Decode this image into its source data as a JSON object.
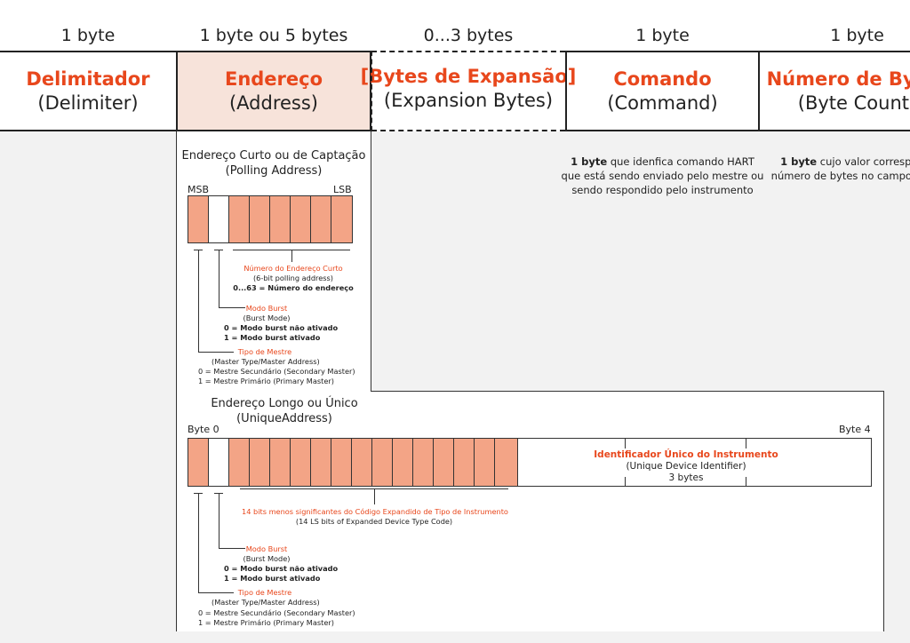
{
  "fields": [
    {
      "size": "1 byte",
      "pt": "Delimitador",
      "en": "(Delimiter)"
    },
    {
      "size": "1 byte ou 5 bytes",
      "pt": "Endereço",
      "en": "(Address)"
    },
    {
      "size": "0...3 bytes",
      "pt": "[Bytes de Expansão]",
      "en": "(Expansion Bytes)"
    },
    {
      "size": "1 byte",
      "pt": "Comando",
      "en": "(Command)"
    },
    {
      "size": "1 byte",
      "pt": "Número de Bytes",
      "en": "(Byte Count)"
    }
  ],
  "command_desc": {
    "bold": "1 byte",
    "line1_rest": " que idenfica comando HART",
    "line2": "que está sendo enviado pelo mestre ou",
    "line3": "sendo respondido pelo instrumento"
  },
  "bytecount_desc": {
    "bold": "1 byte",
    "line1_rest": " cujo valor corresponde ao",
    "line2": "número de bytes no campo de dados"
  },
  "short_address": {
    "title": "Endereço Curto ou de Captação",
    "subtitle": "(Polling Address)",
    "msb": "MSB",
    "lsb": "LSB",
    "num_title": "Número do Endereço Curto",
    "num_sub": "(6-bit polling address)",
    "num_val": "0...63 = Número do endereço",
    "burst_title": "Modo Burst",
    "burst_sub": "(Burst Mode)",
    "burst_0": "0 = Modo burst não ativado",
    "burst_1": "1 = Modo burst ativado",
    "master_title": "Tipo de Mestre",
    "master_sub": "(Master Type/Master Address)",
    "master_0": "0 = Mestre Secundário (Secondary Master)",
    "master_1": "1 = Mestre Primário (Primary Master)"
  },
  "long_address": {
    "title": "Endereço Longo ou Único",
    "subtitle": "(UniqueAddress)",
    "byte0": "Byte 0",
    "byte4": "Byte 4",
    "uid_title": "Identificador Único do Instrumento",
    "uid_sub": "(Unique Device Identifier)",
    "uid_size": "3 bytes",
    "ls_title": "14 bits menos significantes do Código Expandido de Tipo de Instrumento",
    "ls_sub": "(14 LS bits of Expanded Device Type Code)",
    "burst_title": "Modo Burst",
    "burst_sub": "(Burst Mode)",
    "burst_0": "0 = Modo burst não ativado",
    "burst_1": "1 = Modo burst ativado",
    "master_title": "Tipo de Mestre",
    "master_sub": "(Master Type/Master Address)",
    "master_0": "0 = Mestre Secundário (Secondary Master)",
    "master_1": "1 = Mestre Primário (Primary Master)"
  },
  "colors": {
    "accent": "#e8471c",
    "cell_fill": "#f3a486",
    "address_fill": "#f7e3da",
    "panel_bg": "#f2f2f2"
  }
}
